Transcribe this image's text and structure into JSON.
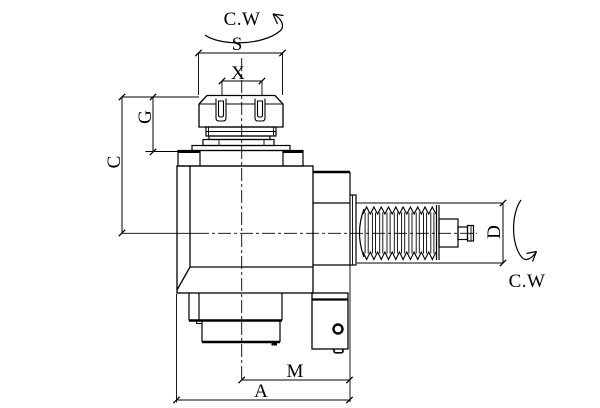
{
  "drawing": {
    "type": "technical-drawing",
    "background_color": "#ffffff",
    "line_color": "#000000",
    "rotation_labels": {
      "spindle_top": "C.W",
      "shaft_right": "C.W"
    },
    "dimension_labels": {
      "s": "S",
      "x": "X",
      "g": "G",
      "c": "C",
      "d": "D",
      "m": "M",
      "a": "A"
    }
  }
}
